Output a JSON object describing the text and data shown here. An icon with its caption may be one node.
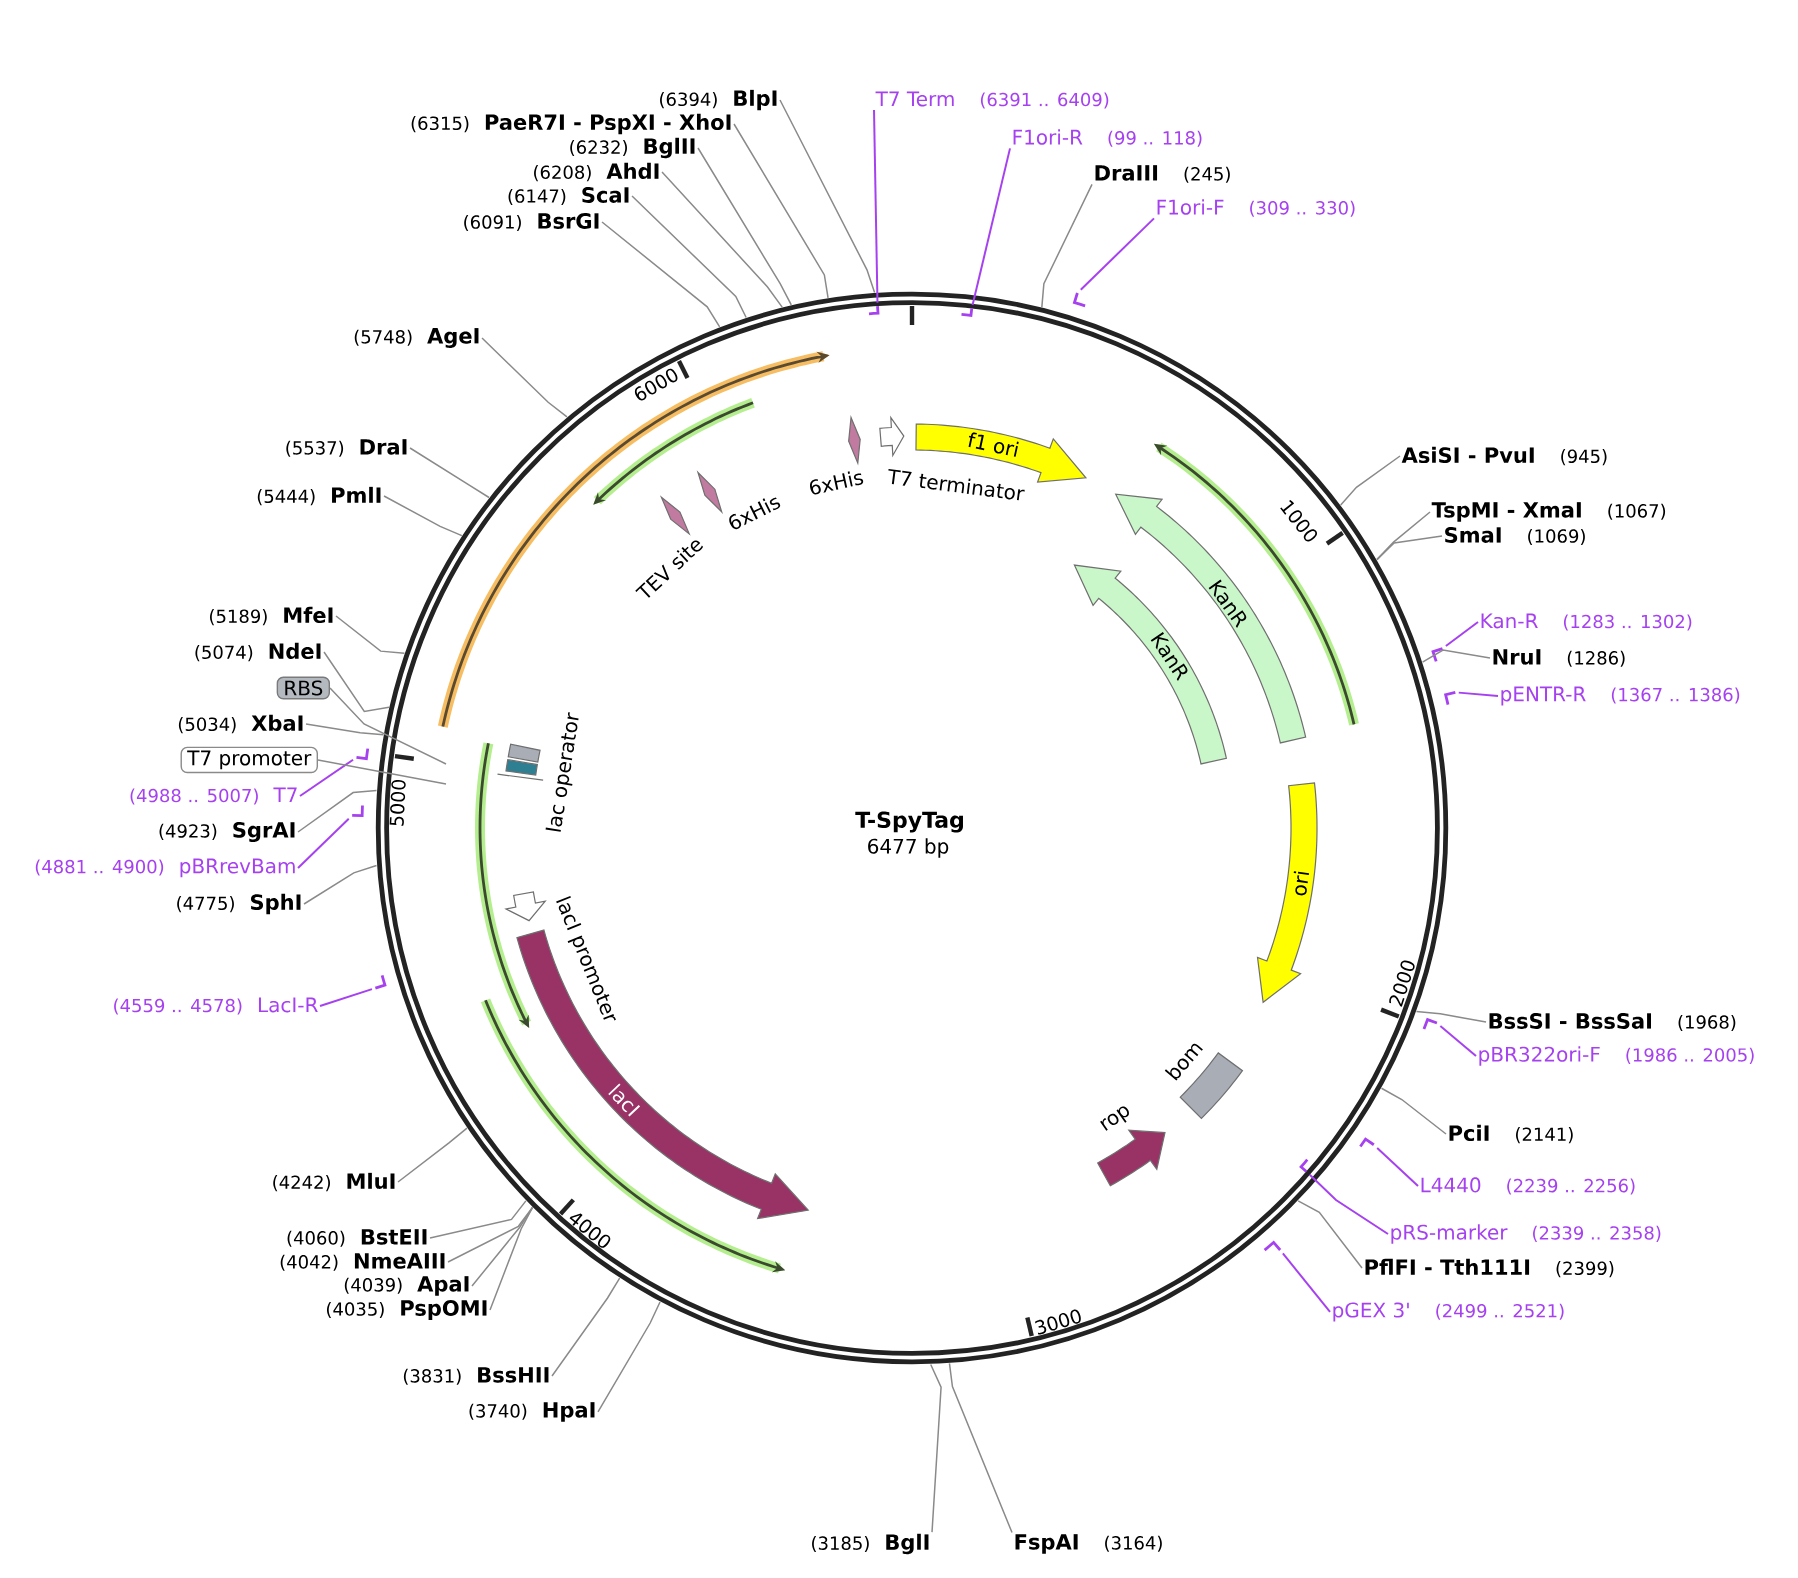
{
  "diagram": {
    "title": "T-SpyTag",
    "nodes": [
      {
        "text": [
          "F1ori-R",
          "(99 .. 118)"
        ]
      },
      {
        "text": [
          "DraIII",
          "(245)"
        ]
      },
      {
        "text": [
          "F1ori-F",
          "(309 .. 330)"
        ]
      },
      {
        "text": [
          "AsiSI - PvuI",
          "(945)"
        ]
      },
      {
        "text": [
          "TspMI - XmaI",
          "(1067)"
        ]
      },
      {
        "text": [
          "SmaI",
          "(1069)"
        ]
      },
      {
        "text": [
          "Kan-R",
          "(1283 .. 1302)"
        ]
      },
      {
        "text": [
          "NruI",
          "(1286)"
        ]
      },
      {
        "text": [
          "pENTR-R",
          "(1367 .. 1386)"
        ]
      },
      {
        "text": [
          "BssSI - BssSaI",
          "(1968)"
        ]
      },
      {
        "text": [
          "pBR322ori-F",
          "(1986 .. 2005)"
        ]
      },
      {
        "text": [
          "PciI",
          "(2141)"
        ]
      },
      {
        "text": [
          "L4440",
          "(2239 .. 2256)"
        ]
      },
      {
        "text": [
          "pRS-marker",
          "(2339 .. 2358)"
        ]
      },
      {
        "text": [
          "PflFI - Tth111I",
          "(2399)"
        ]
      },
      {
        "text": [
          "pGEX 3'",
          "(2499 .. 2521)"
        ]
      },
      {
        "text": [
          "FspAI",
          "(3164)"
        ]
      },
      {
        "text": [
          "(3185)",
          "BglI"
        ]
      },
      {
        "text": [
          "(3740)",
          "HpaI"
        ]
      },
      {
        "text": [
          "(3831)",
          "BssHII"
        ]
      },
      {
        "text": [
          "(4035)",
          "PspOMI"
        ]
      },
      {
        "text": [
          "(4039)",
          "ApaI"
        ]
      },
      {
        "text": [
          "(4042)",
          "NmeAIII"
        ]
      },
      {
        "text": [
          "(4060)",
          "BstEII"
        ]
      },
      {
        "text": [
          "(4242)",
          "MluI"
        ]
      },
      {
        "text": [
          "(4559 .. 4578)",
          "LacI-R"
        ]
      },
      {
        "text": [
          "(4775)",
          "SphI"
        ]
      },
      {
        "text": [
          "(4881 .. 4900)",
          "pBRrevBam"
        ]
      },
      {
        "text": [
          "(4923)",
          "SgrAI"
        ]
      },
      {
        "text": [
          "(4988 .. 5007)",
          "T7"
        ]
      },
      {
        "text": [
          "T7 promoter"
        ]
      },
      {
        "text": [
          "(5034)",
          "XbaI"
        ]
      },
      {
        "text": [
          "RBS"
        ]
      },
      {
        "text": [
          "(5074)",
          "NdeI"
        ]
      },
      {
        "text": [
          "(5189)",
          "MfeI"
        ]
      },
      {
        "text": [
          "(5444)",
          "PmlI"
        ]
      },
      {
        "text": [
          "(5537)",
          "DraI"
        ]
      },
      {
        "text": [
          "(5748)",
          "AgeI"
        ]
      },
      {
        "text": [
          "(6091)",
          "BsrGI"
        ]
      },
      {
        "text": [
          "(6147)",
          "ScaI"
        ]
      },
      {
        "text": [
          "(6208)",
          "AhdI"
        ]
      },
      {
        "text": [
          "(6232)",
          "BglII"
        ]
      },
      {
        "text": [
          "(6315)",
          "PaeR7I - PspXI - XhoI"
        ]
      },
      {
        "text": [
          "T7 Term",
          "(6391 .. 6409)"
        ]
      },
      {
        "text": [
          "(6394)",
          "BlpI"
        ]
      },
      {
        "text": [],
        "shape": "circle"
      },
      {
        "text": [
          "f1 ori"
        ],
        "in": 45
      },
      {
        "text": [
          "T7 terminator"
        ],
        "in": 45
      },
      {
        "text": [
          "6xHis"
        ],
        "in": 45
      },
      {
        "text": [
          "6xHis"
        ],
        "in": 45
      },
      {
        "text": [
          "TEV site"
        ],
        "in": 45
      },
      {
        "text": [
          "KanR"
        ],
        "in": 45
      },
      {
        "text": [
          "KanR"
        ],
        "in": 45
      },
      {
        "text": [
          "ori"
        ],
        "in": 45
      },
      {
        "text": [
          "bom"
        ],
        "in": 45
      },
      {
        "text": [
          "rop"
        ],
        "in": 45
      },
      {
        "text": [
          "lacI"
        ],
        "in": 45
      },
      {
        "text": [
          "lacI promoter"
        ],
        "in": 45
      },
      {
        "text": [
          "lac operator"
        ],
        "in": 45
      },
      {
        "text": [],
        "shape": "bar",
        "in": 45
      },
      {
        "text": [],
        "shape": "bar"
      },
      {
        "text": [],
        "shape": "bar"
      },
      {
        "text": [],
        "shape": "bar"
      },
      {
        "text": [],
        "shape": "bar"
      },
      {
        "text": [],
        "shape": "bar"
      },
      {
        "text": [],
        "shape": "bar",
        "in": 45
      },
      {
        "text": [],
        "shape": "bar"
      },
      {
        "text": [],
        "shape": "bar"
      },
      {
        "text": [],
        "shape": "bar"
      },
      {
        "text": [],
        "shape": "bar"
      },
      {
        "text": [],
        "shape": "bar",
        "in": 45
      }
    ],
    "edges": [
      {
        "from": 0,
        "to": 59,
        "arrow": "none",
        "color": "#a641f0"
      },
      {
        "from": 1,
        "to": 45,
        "arrow": "none"
      },
      {
        "from": 2,
        "to": 60,
        "arrow": "none",
        "color": "#a641f0"
      },
      {
        "from": 3,
        "to": 45,
        "arrow": "none"
      },
      {
        "from": 4,
        "to": 45,
        "arrow": "none"
      },
      {
        "from": 5,
        "to": 45,
        "arrow": "none"
      },
      {
        "from": 6,
        "to": 61,
        "arrow": "none",
        "color": "#a641f0"
      },
      {
        "from": 7,
        "to": 45,
        "arrow": "none"
      },
      {
        "from": 8,
        "to": 62,
        "arrow": "none",
        "color": "#a641f0"
      },
      {
        "from": 9,
        "to": 45,
        "arrow": "none"
      },
      {
        "from": 10,
        "to": 63,
        "arrow": "none",
        "color": "#a641f0"
      },
      {
        "from": 11,
        "to": 45,
        "arrow": "none"
      },
      {
        "from": 12,
        "to": 64,
        "arrow": "none",
        "color": "#a641f0"
      },
      {
        "from": 13,
        "to": 65,
        "arrow": "none",
        "color": "#a641f0"
      },
      {
        "from": 14,
        "to": 45,
        "arrow": "none"
      },
      {
        "from": 15,
        "to": 66,
        "arrow": "none",
        "color": "#a641f0"
      },
      {
        "from": 16,
        "to": 45,
        "arrow": "none"
      },
      {
        "from": 17,
        "to": 45,
        "arrow": "none"
      },
      {
        "from": 18,
        "to": 45,
        "arrow": "none"
      },
      {
        "from": 19,
        "to": 45,
        "arrow": "none"
      },
      {
        "from": 20,
        "to": 45,
        "arrow": "none"
      },
      {
        "from": 21,
        "to": 45,
        "arrow": "none"
      },
      {
        "from": 22,
        "to": 45,
        "arrow": "none"
      },
      {
        "from": 23,
        "to": 45,
        "arrow": "none"
      },
      {
        "from": 24,
        "to": 45,
        "arrow": "none"
      },
      {
        "from": 25,
        "to": 67,
        "arrow": "none",
        "color": "#a641f0"
      },
      {
        "from": 26,
        "to": 45,
        "arrow": "none"
      },
      {
        "from": 27,
        "to": 68,
        "arrow": "none",
        "color": "#a641f0"
      },
      {
        "from": 28,
        "to": 45,
        "arrow": "none"
      },
      {
        "from": 29,
        "to": 69,
        "arrow": "none",
        "color": "#a641f0"
      },
      {
        "from": 30,
        "to": null,
        "arrow": "none"
      },
      {
        "from": 31,
        "to": 45,
        "arrow": "none"
      },
      {
        "from": 32,
        "to": null,
        "arrow": "none"
      },
      {
        "from": 33,
        "to": 45,
        "arrow": "none"
      },
      {
        "from": 34,
        "to": 45,
        "arrow": "none"
      },
      {
        "from": 35,
        "to": 45,
        "arrow": "none"
      },
      {
        "from": 36,
        "to": 45,
        "arrow": "none"
      },
      {
        "from": 37,
        "to": 45,
        "arrow": "none"
      },
      {
        "from": 38,
        "to": 45,
        "arrow": "none"
      },
      {
        "from": 39,
        "to": 45,
        "arrow": "none"
      },
      {
        "from": 40,
        "to": 45,
        "arrow": "none"
      },
      {
        "from": 41,
        "to": 45,
        "arrow": "none"
      },
      {
        "from": 42,
        "to": 45,
        "arrow": "none"
      },
      {
        "from": 43,
        "to": 70,
        "arrow": "none",
        "color": "#a641f0"
      },
      {
        "from": 44,
        "to": 45,
        "arrow": "none"
      }
    ],
    "labels": [
      "6000",
      "1000",
      "5000",
      "6477 bp",
      "2000",
      "4000",
      "3000"
    ]
  }
}
